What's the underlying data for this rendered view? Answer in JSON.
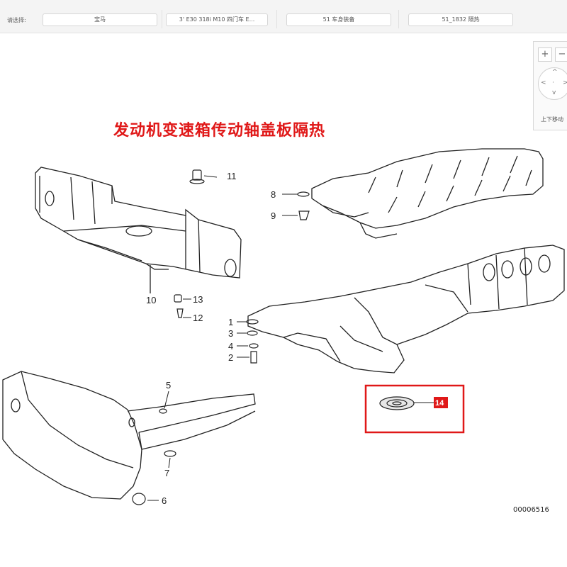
{
  "breadcrumb": {
    "label": "请选择:",
    "items": [
      "宝马",
      "3' E30 318i M10 四门车 E...",
      "51 车身装备",
      "51_1832 隔热"
    ]
  },
  "diagram": {
    "title": "发动机变速箱传动轴盖板隔热",
    "callouts": [
      "1",
      "2",
      "3",
      "4",
      "5",
      "6",
      "7",
      "8",
      "9",
      "10",
      "11",
      "12",
      "13",
      "14"
    ],
    "document_number": "00006516",
    "highlight_color": "#e01818"
  },
  "controls": {
    "zoom_in": "+",
    "zoom_out": "−",
    "pan_up": "^",
    "pan_left": "<",
    "pan_right": ">",
    "pan_down": "v",
    "center": "·",
    "label": "上下移动"
  }
}
